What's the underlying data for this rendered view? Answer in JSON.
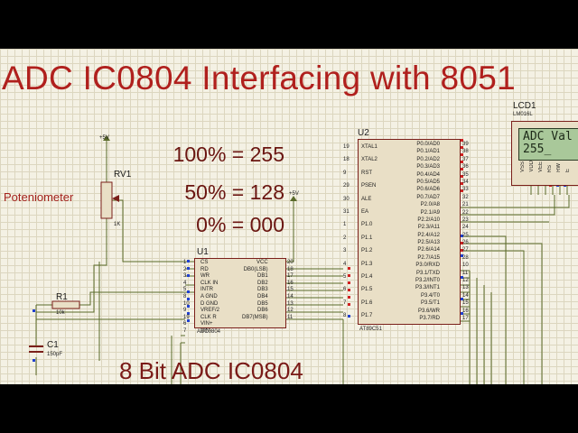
{
  "title": "ADC IC0804 Interfacing with 8051",
  "subtitle": "8 Bit ADC IC0804",
  "equations": [
    "100% = 255",
    "50% = 128",
    "0% = 000"
  ],
  "pot": {
    "label": "Poteniometer",
    "ref": "RV1",
    "value": "1K",
    "supply": "+5V"
  },
  "resistor": {
    "ref": "R1",
    "value": "10k"
  },
  "capacitor": {
    "ref": "C1",
    "value": "150pF"
  },
  "adc": {
    "ref": "U1",
    "part": "ADC0804",
    "supply": "+5V",
    "left_pins": [
      "CS",
      "RD",
      "WR",
      "CLK IN",
      "INTR",
      "A GND",
      "D GND",
      "VREF/2",
      "CLK R",
      "VIN+",
      "VIN-"
    ],
    "left_nums": [
      "1",
      "2",
      "3",
      "4",
      "5",
      "8",
      "10",
      "9",
      "19",
      "6",
      "7"
    ],
    "right_pins": [
      "VCC",
      "DB0(LSB)",
      "DB1",
      "DB2",
      "DB3",
      "DB4",
      "DB5",
      "DB6",
      "DB7(MSB)"
    ],
    "right_nums": [
      "20",
      "18",
      "17",
      "16",
      "15",
      "14",
      "13",
      "12",
      "11"
    ]
  },
  "mcu": {
    "ref": "U2",
    "part": "AT89C51",
    "left_pins": [
      "XTAL1",
      "XTAL2",
      "RST",
      "PSEN",
      "ALE",
      "EA",
      "P1.0",
      "P1.1",
      "P1.2",
      "P1.3",
      "P1.4",
      "P1.5",
      "P1.6",
      "P1.7"
    ],
    "left_nums": [
      "19",
      "18",
      "9",
      "29",
      "30",
      "31",
      "1",
      "2",
      "3",
      "4",
      "5",
      "6",
      "7",
      "8"
    ],
    "right_pins": [
      "P0.0/AD0",
      "P0.1/AD1",
      "P0.2/AD2",
      "P0.3/AD3",
      "P0.4/AD4",
      "P0.5/AD5",
      "P0.6/AD6",
      "P0.7/AD7",
      "P2.0/A8",
      "P2.1/A9",
      "P2.2/A10",
      "P2.3/A11",
      "P2.4/A12",
      "P2.5/A13",
      "P2.6/A14",
      "P2.7/A15",
      "P3.0/RXD",
      "P3.1/TXD",
      "P3.2/INT0",
      "P3.3/INT1",
      "P3.4/T0",
      "P3.5/T1",
      "P3.6/WR",
      "P3.7/RD"
    ],
    "right_nums": [
      "39",
      "38",
      "37",
      "36",
      "35",
      "34",
      "33",
      "32",
      "21",
      "22",
      "23",
      "24",
      "25",
      "26",
      "27",
      "28",
      "10",
      "11",
      "12",
      "13",
      "14",
      "15",
      "16",
      "17"
    ]
  },
  "lcd": {
    "ref": "LCD1",
    "part": "LM016L",
    "line1": "ADC Val",
    "line2": "255_",
    "pins": [
      "VSS",
      "VDD",
      "VEE",
      "RS",
      "RW",
      "E"
    ]
  }
}
